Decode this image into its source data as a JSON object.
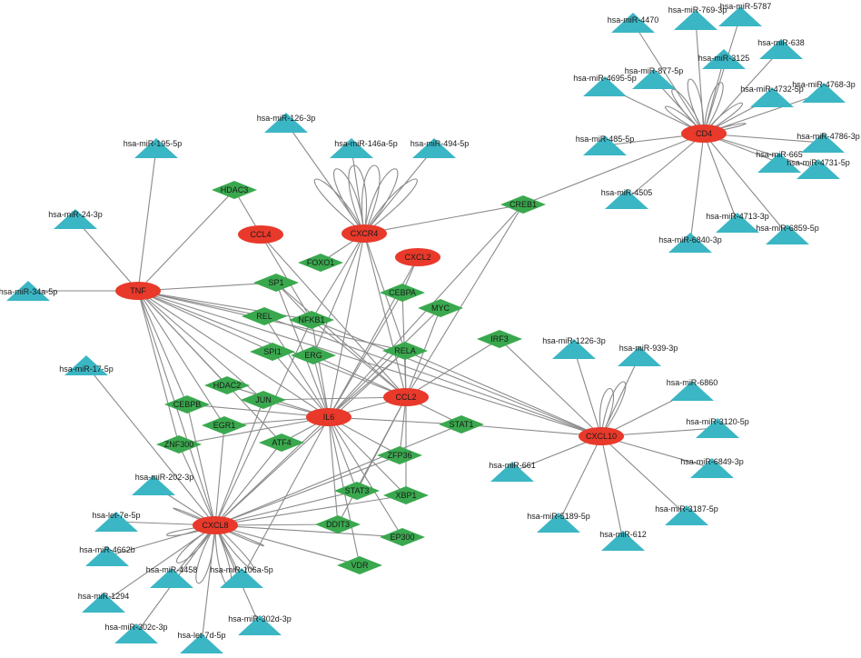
{
  "colors": {
    "gene": "#e8392a",
    "tf": "#3aa84e",
    "mirna": "#3bb6c4",
    "edge": "#8a8a8a"
  },
  "nodes": [
    {
      "id": "TNF",
      "label": "TNF",
      "kind": "gene"
    },
    {
      "id": "CCL4",
      "label": "CCL4",
      "kind": "gene"
    },
    {
      "id": "CXCR4",
      "label": "CXCR4",
      "kind": "gene"
    },
    {
      "id": "CXCL2",
      "label": "CXCL2",
      "kind": "gene"
    },
    {
      "id": "CD4",
      "label": "CD4",
      "kind": "gene"
    },
    {
      "id": "CCL2",
      "label": "CCL2",
      "kind": "gene"
    },
    {
      "id": "IL6",
      "label": "IL6",
      "kind": "gene"
    },
    {
      "id": "CXCL10",
      "label": "CXCL10",
      "kind": "gene"
    },
    {
      "id": "CXCL8",
      "label": "CXCL8",
      "kind": "gene"
    },
    {
      "id": "HDAC3",
      "label": "HDAC3",
      "kind": "tf"
    },
    {
      "id": "CREB1",
      "label": "CREB1",
      "kind": "tf"
    },
    {
      "id": "FOXO1",
      "label": "FOXO1",
      "kind": "tf"
    },
    {
      "id": "SP1",
      "label": "SP1",
      "kind": "tf"
    },
    {
      "id": "CEBPA",
      "label": "CEBPA",
      "kind": "tf"
    },
    {
      "id": "MYC",
      "label": "MYC",
      "kind": "tf"
    },
    {
      "id": "REL",
      "label": "REL",
      "kind": "tf"
    },
    {
      "id": "NFKB1",
      "label": "NFKB1",
      "kind": "tf"
    },
    {
      "id": "SPI1",
      "label": "SPI1",
      "kind": "tf"
    },
    {
      "id": "ERG",
      "label": "ERG",
      "kind": "tf"
    },
    {
      "id": "RELA",
      "label": "RELA",
      "kind": "tf"
    },
    {
      "id": "IRF3",
      "label": "IRF3",
      "kind": "tf"
    },
    {
      "id": "HDAC2",
      "label": "HDAC2",
      "kind": "tf"
    },
    {
      "id": "JUN",
      "label": "JUN",
      "kind": "tf"
    },
    {
      "id": "CEBPB",
      "label": "CEBPB",
      "kind": "tf"
    },
    {
      "id": "EGR1",
      "label": "EGR1",
      "kind": "tf"
    },
    {
      "id": "ZNF300",
      "label": "ZNF300",
      "kind": "tf"
    },
    {
      "id": "ATF4",
      "label": "ATF4",
      "kind": "tf"
    },
    {
      "id": "STAT1",
      "label": "STAT1",
      "kind": "tf"
    },
    {
      "id": "ZFP36",
      "label": "ZFP36",
      "kind": "tf"
    },
    {
      "id": "STAT3",
      "label": "STAT3",
      "kind": "tf"
    },
    {
      "id": "XBP1",
      "label": "XBP1",
      "kind": "tf"
    },
    {
      "id": "DDIT3",
      "label": "DDIT3",
      "kind": "tf"
    },
    {
      "id": "EP300",
      "label": "EP300",
      "kind": "tf"
    },
    {
      "id": "VDR",
      "label": "VDR",
      "kind": "tf"
    },
    {
      "id": "m126",
      "label": "hsa-miR-126-3p",
      "kind": "mirna"
    },
    {
      "id": "m146a",
      "label": "hsa-miR-146a-5p",
      "kind": "mirna"
    },
    {
      "id": "m494",
      "label": "hsa-miR-494-5p",
      "kind": "mirna"
    },
    {
      "id": "m195",
      "label": "hsa-miR-195-5p",
      "kind": "mirna"
    },
    {
      "id": "m24",
      "label": "hsa-miR-24-3p",
      "kind": "mirna"
    },
    {
      "id": "m34a",
      "label": "hsa-miR-34a-5p",
      "kind": "mirna"
    },
    {
      "id": "m17",
      "label": "hsa-miR-17-5p",
      "kind": "mirna"
    },
    {
      "id": "m4470",
      "label": "hsa-miR-4470",
      "kind": "mirna"
    },
    {
      "id": "m769",
      "label": "hsa-miR-769-3p",
      "kind": "mirna"
    },
    {
      "id": "m5787",
      "label": "hsa-miR-5787",
      "kind": "mirna"
    },
    {
      "id": "m638",
      "label": "hsa-miR-638",
      "kind": "mirna"
    },
    {
      "id": "m3125",
      "label": "hsa-miR-3125",
      "kind": "mirna"
    },
    {
      "id": "m877",
      "label": "hsa-miR-877-5p",
      "kind": "mirna"
    },
    {
      "id": "m4695",
      "label": "hsa-miR-4695-5p",
      "kind": "mirna"
    },
    {
      "id": "m4768",
      "label": "hsa-miR-4768-3p",
      "kind": "mirna"
    },
    {
      "id": "m4732",
      "label": "hsa-miR-4732-5p",
      "kind": "mirna"
    },
    {
      "id": "m485",
      "label": "hsa-miR-485-5p",
      "kind": "mirna"
    },
    {
      "id": "m4786",
      "label": "hsa-miR-4786-3p",
      "kind": "mirna"
    },
    {
      "id": "m665",
      "label": "hsa-miR-665",
      "kind": "mirna"
    },
    {
      "id": "m4731",
      "label": "hsa-miR-4731-5p",
      "kind": "mirna"
    },
    {
      "id": "m4505",
      "label": "hsa-miR-4505",
      "kind": "mirna"
    },
    {
      "id": "m4713",
      "label": "hsa-miR-4713-3p",
      "kind": "mirna"
    },
    {
      "id": "m6859",
      "label": "hsa-miR-6859-5p",
      "kind": "mirna"
    },
    {
      "id": "m6840",
      "label": "hsa-miR-6840-3p",
      "kind": "mirna"
    },
    {
      "id": "m1226",
      "label": "hsa-miR-1226-3p",
      "kind": "mirna"
    },
    {
      "id": "m939",
      "label": "hsa-miR-939-3p",
      "kind": "mirna"
    },
    {
      "id": "m6860",
      "label": "hsa-miR-6860",
      "kind": "mirna"
    },
    {
      "id": "m3120",
      "label": "hsa-miR-3120-5p",
      "kind": "mirna"
    },
    {
      "id": "m6849",
      "label": "hsa-miR-6849-3p",
      "kind": "mirna"
    },
    {
      "id": "m661",
      "label": "hsa-miR-661",
      "kind": "mirna"
    },
    {
      "id": "m3187",
      "label": "hsa-miR-3187-5p",
      "kind": "mirna"
    },
    {
      "id": "m5189",
      "label": "hsa-miR-5189-5p",
      "kind": "mirna"
    },
    {
      "id": "m612",
      "label": "hsa-miR-612",
      "kind": "mirna"
    },
    {
      "id": "m202",
      "label": "hsa-miR-202-3p",
      "kind": "mirna"
    },
    {
      "id": "let7e",
      "label": "hsa-let-7e-5p",
      "kind": "mirna"
    },
    {
      "id": "m4662b",
      "label": "hsa-miR-4662b",
      "kind": "mirna"
    },
    {
      "id": "m4458",
      "label": "hsa-miR-4458",
      "kind": "mirna"
    },
    {
      "id": "m106a",
      "label": "hsa-miR-106a-5p",
      "kind": "mirna"
    },
    {
      "id": "m1294",
      "label": "hsa-miR-1294",
      "kind": "mirna"
    },
    {
      "id": "m302d",
      "label": "hsa-miR-302d-3p",
      "kind": "mirna"
    },
    {
      "id": "m302c",
      "label": "hsa-miR-302c-3p",
      "kind": "mirna"
    },
    {
      "id": "let7d",
      "label": "hsa-let-7d-5p",
      "kind": "mirna"
    }
  ],
  "edges": [
    [
      "TNF",
      "HDAC3"
    ],
    [
      "TNF",
      "m195"
    ],
    [
      "TNF",
      "m24"
    ],
    [
      "TNF",
      "m34a"
    ],
    [
      "TNF",
      "SP1"
    ],
    [
      "TNF",
      "REL"
    ],
    [
      "TNF",
      "NFKB1"
    ],
    [
      "TNF",
      "SPI1"
    ],
    [
      "TNF",
      "RELA"
    ],
    [
      "TNF",
      "CCL2"
    ],
    [
      "TNF",
      "CEBPB"
    ],
    [
      "TNF",
      "EGR1"
    ],
    [
      "TNF",
      "JUN"
    ],
    [
      "TNF",
      "HDAC2"
    ],
    [
      "TNF",
      "IL6"
    ],
    [
      "TNF",
      "ZNF300"
    ],
    [
      "TNF",
      "CXCL8"
    ],
    [
      "TNF",
      "ATF4"
    ],
    [
      "TNF",
      "CXCL10"
    ],
    [
      "HDAC3",
      "CCL4"
    ],
    [
      "CCL4",
      "NFKB1"
    ],
    [
      "CCL4",
      "CCL2"
    ],
    [
      "CXCR4",
      "m126"
    ],
    [
      "CXCR4",
      "m146a"
    ],
    [
      "CXCR4",
      "m494"
    ],
    [
      "CXCR4",
      "CREB1"
    ],
    [
      "CXCR4",
      "FOXO1"
    ],
    [
      "CXCR4",
      "NFKB1"
    ],
    [
      "CXCR4",
      "ERG"
    ],
    [
      "CXCR4",
      "IL6"
    ],
    [
      "CXCR4",
      "CCL2"
    ],
    [
      "CXCR4",
      "RELA"
    ],
    [
      "CREB1",
      "CD4"
    ],
    [
      "CREB1",
      "CCL2"
    ],
    [
      "CREB1",
      "IL6"
    ],
    [
      "CXCL2",
      "CEBPA"
    ],
    [
      "CXCL2",
      "IL6"
    ],
    [
      "SP1",
      "NFKB1"
    ],
    [
      "SP1",
      "IL6"
    ],
    [
      "SP1",
      "CCL2"
    ],
    [
      "CEBPA",
      "IL6"
    ],
    [
      "CEBPA",
      "CCL2"
    ],
    [
      "MYC",
      "IL6"
    ],
    [
      "MYC",
      "CCL2"
    ],
    [
      "REL",
      "CXCL10"
    ],
    [
      "REL",
      "IL6"
    ],
    [
      "NFKB1",
      "CCL2"
    ],
    [
      "NFKB1",
      "IL6"
    ],
    [
      "NFKB1",
      "CXCL8"
    ],
    [
      "NFKB1",
      "CXCL10"
    ],
    [
      "SPI1",
      "IL6"
    ],
    [
      "ERG",
      "CCL2"
    ],
    [
      "ERG",
      "IL6"
    ],
    [
      "RELA",
      "IL6"
    ],
    [
      "RELA",
      "CCL2"
    ],
    [
      "RELA",
      "CXCL8"
    ],
    [
      "RELA",
      "CXCL10"
    ],
    [
      "IRF3",
      "CCL2"
    ],
    [
      "IRF3",
      "CXCL10"
    ],
    [
      "HDAC2",
      "IL6"
    ],
    [
      "JUN",
      "IL6"
    ],
    [
      "JUN",
      "CCL2"
    ],
    [
      "JUN",
      "CXCL8"
    ],
    [
      "CEBPB",
      "IL6"
    ],
    [
      "CEBPB",
      "CXCL8"
    ],
    [
      "EGR1",
      "IL6"
    ],
    [
      "EGR1",
      "CXCL8"
    ],
    [
      "ZNF300",
      "IL6"
    ],
    [
      "ZNF300",
      "CXCL8"
    ],
    [
      "ATF4",
      "IL6"
    ],
    [
      "ATF4",
      "CXCL8"
    ],
    [
      "IL6",
      "CCL2"
    ],
    [
      "IL6",
      "STAT1"
    ],
    [
      "IL6",
      "ZFP36"
    ],
    [
      "IL6",
      "STAT3"
    ],
    [
      "IL6",
      "XBP1"
    ],
    [
      "IL6",
      "DDIT3"
    ],
    [
      "IL6",
      "EP300"
    ],
    [
      "IL6",
      "VDR"
    ],
    [
      "IL6",
      "CXCL8"
    ],
    [
      "IL6",
      "m106a"
    ],
    [
      "CCL2",
      "STAT1"
    ],
    [
      "CCL2",
      "ZFP36"
    ],
    [
      "CCL2",
      "STAT3"
    ],
    [
      "CCL2",
      "XBP1"
    ],
    [
      "CCL2",
      "DDIT3"
    ],
    [
      "STAT1",
      "CXCL10"
    ],
    [
      "STAT3",
      "CXCL8"
    ],
    [
      "DDIT3",
      "CXCL8"
    ],
    [
      "ZFP36",
      "CXCL8"
    ],
    [
      "XBP1",
      "CXCL8"
    ],
    [
      "EP300",
      "CXCL8"
    ],
    [
      "VDR",
      "CXCL8"
    ],
    [
      "STAT1",
      "CXCL8"
    ],
    [
      "m17",
      "CXCL8"
    ],
    [
      "m202",
      "CXCL8"
    ],
    [
      "let7e",
      "CXCL8"
    ],
    [
      "m4662b",
      "CXCL8"
    ],
    [
      "m4458",
      "CXCL8"
    ],
    [
      "m106a",
      "CXCL8"
    ],
    [
      "m1294",
      "CXCL8"
    ],
    [
      "m302d",
      "CXCL8"
    ],
    [
      "m302c",
      "CXCL8"
    ],
    [
      "let7d",
      "CXCL8"
    ],
    [
      "CD4",
      "m4470"
    ],
    [
      "CD4",
      "m769"
    ],
    [
      "CD4",
      "m5787"
    ],
    [
      "CD4",
      "m638"
    ],
    [
      "CD4",
      "m3125"
    ],
    [
      "CD4",
      "m877"
    ],
    [
      "CD4",
      "m4695"
    ],
    [
      "CD4",
      "m4768"
    ],
    [
      "CD4",
      "m4732"
    ],
    [
      "CD4",
      "m485"
    ],
    [
      "CD4",
      "m4786"
    ],
    [
      "CD4",
      "m665"
    ],
    [
      "CD4",
      "m4731"
    ],
    [
      "CD4",
      "m4505"
    ],
    [
      "CD4",
      "m4713"
    ],
    [
      "CD4",
      "m6859"
    ],
    [
      "CD4",
      "m6840"
    ],
    [
      "CXCL10",
      "m1226"
    ],
    [
      "CXCL10",
      "m939"
    ],
    [
      "CXCL10",
      "m6860"
    ],
    [
      "CXCL10",
      "m3120"
    ],
    [
      "CXCL10",
      "m6849"
    ],
    [
      "CXCL10",
      "m661"
    ],
    [
      "CXCL10",
      "m3187"
    ],
    [
      "CXCL10",
      "m5189"
    ],
    [
      "CXCL10",
      "m612"
    ]
  ]
}
